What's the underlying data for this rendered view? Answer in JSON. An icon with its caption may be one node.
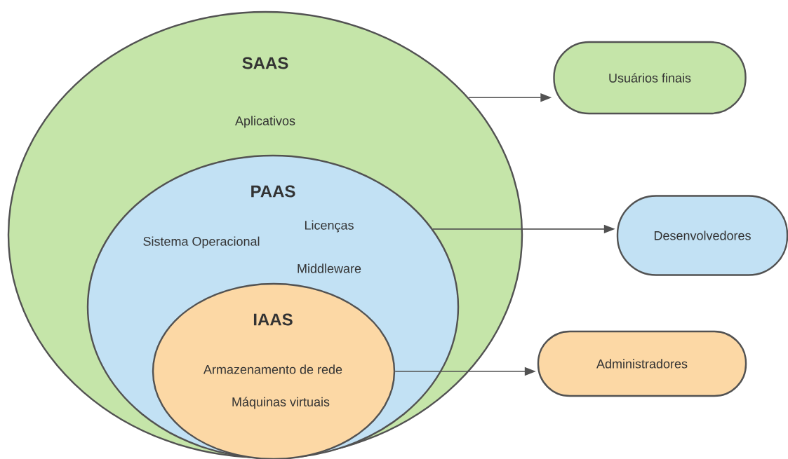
{
  "diagram": {
    "nodes": [
      {
        "text": [
          "SAAS",
          "Aplicativos"
        ]
      },
      {
        "text": [
          "PAAS",
          "Sistema Operacional",
          "Licenças",
          "Middleware"
        ],
        "in": 0
      },
      {
        "text": [
          "IAAS",
          "Armazenamento de rede",
          "Máquinas virtuais"
        ],
        "in": 1
      },
      {
        "text": [
          "Usuários finais"
        ]
      },
      {
        "text": [
          "Desenvolvedores"
        ]
      },
      {
        "text": [
          "Administradores"
        ]
      }
    ],
    "edges": [
      {
        "from": 0,
        "to": 3,
        "arrow": "to"
      },
      {
        "from": 1,
        "to": 4,
        "arrow": "to"
      },
      {
        "from": 2,
        "to": 5,
        "arrow": "to"
      }
    ]
  }
}
